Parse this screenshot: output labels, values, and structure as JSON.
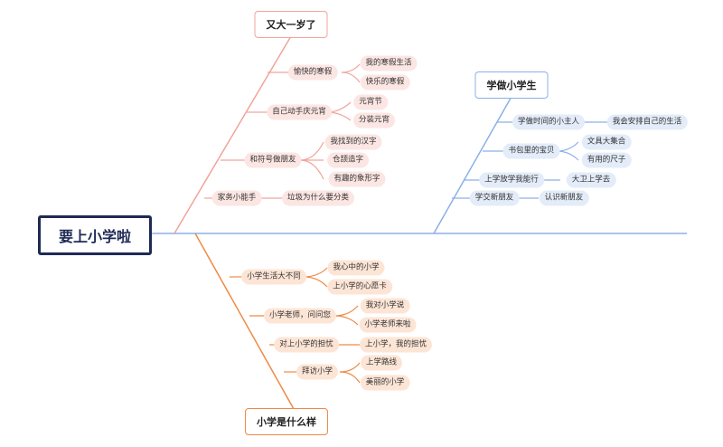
{
  "central": {
    "label": "要上小学啦"
  },
  "branches": {
    "top": {
      "title": "又大一岁了",
      "color": "#f0a49c",
      "items": [
        {
          "label": "愉快的寒假",
          "children": [
            "我的寒假生活",
            "快乐的寒假"
          ]
        },
        {
          "label": "自己动手庆元宵",
          "children": [
            "元宵节",
            "分装元宵"
          ]
        },
        {
          "label": "和符号做朋友",
          "children": [
            "我找到的汉字",
            "仓颉造字",
            "有趣的象形字"
          ]
        },
        {
          "label": "家务小能手",
          "children": [
            "垃圾为什么要分类"
          ]
        }
      ]
    },
    "right": {
      "title": "学做小学生",
      "color": "#8bb0e6",
      "items": [
        {
          "label": "学做时间的小主人",
          "children": [
            "我会安排自己的生活"
          ]
        },
        {
          "label": "书包里的宝贝",
          "children": [
            "文具大集合",
            "有用的尺子"
          ]
        },
        {
          "label": "上学放学我能行",
          "children": [
            "大卫上学去"
          ]
        },
        {
          "label": "学交新朋友",
          "children": [
            "认识新朋友"
          ]
        }
      ]
    },
    "bottom": {
      "title": "小学是什么样",
      "color": "#ef8a45",
      "items": [
        {
          "label": "小学生活大不同",
          "children": [
            "我心中的小学",
            "上小学的心愿卡"
          ]
        },
        {
          "label": "小学老师，问问您",
          "children": [
            "我对小学说",
            "小学老师来啦"
          ]
        },
        {
          "label": "对上小学的担忧",
          "children": [
            "上小学，我的担忧"
          ]
        },
        {
          "label": "拜访小学",
          "children": [
            "上学路线",
            "美丽的小学"
          ]
        }
      ]
    }
  }
}
